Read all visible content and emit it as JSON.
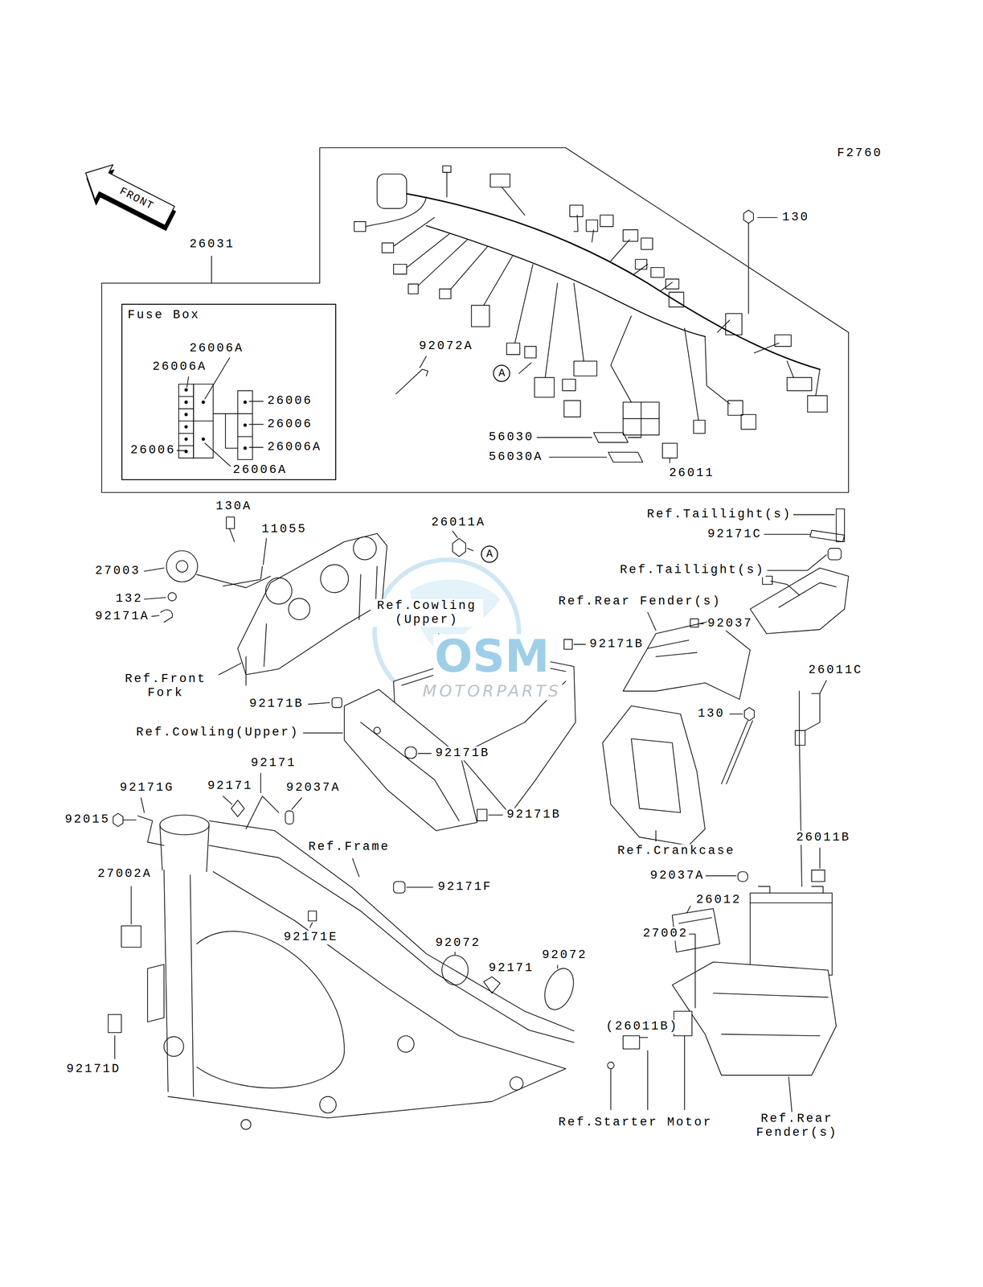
{
  "diagram": {
    "nodes": [
      {
        "text": [
          "Fuse Box"
        ]
      }
    ],
    "edges": [],
    "labels": [
      "F2760",
      "FRONT",
      "26031",
      "130",
      "92072A",
      "A",
      "56030",
      "56030A",
      "26011",
      "26006A",
      "26006A",
      "26006",
      "26006",
      "26006A",
      "26006",
      "26006A",
      "130A",
      "11055",
      "27003",
      "132",
      "92171A",
      "Ref.Front Fork",
      "26011A",
      "A",
      "Ref.Cowling (Upper)",
      "Ref.Rear Fender(s)",
      "92171B",
      "Ref.Taillight(s)",
      "92171C",
      "Ref.Taillight(s)",
      "92037",
      "26011C",
      "130",
      "92171B",
      "Ref.Cowling(Upper)",
      "92171B",
      "92171B",
      "Ref.Crankcase",
      "26011B",
      "92171",
      "92171G",
      "92171",
      "92037A",
      "92015",
      "Ref.Frame",
      "92171F",
      "27002A",
      "92037A",
      "26012",
      "27002",
      "92171E",
      "92072",
      "92072",
      "92171",
      "92171D",
      "(26011B)",
      "Ref.Starter Motor",
      "Ref.Rear Fender(s)",
      "OSM",
      "MOTORPARTS"
    ]
  }
}
